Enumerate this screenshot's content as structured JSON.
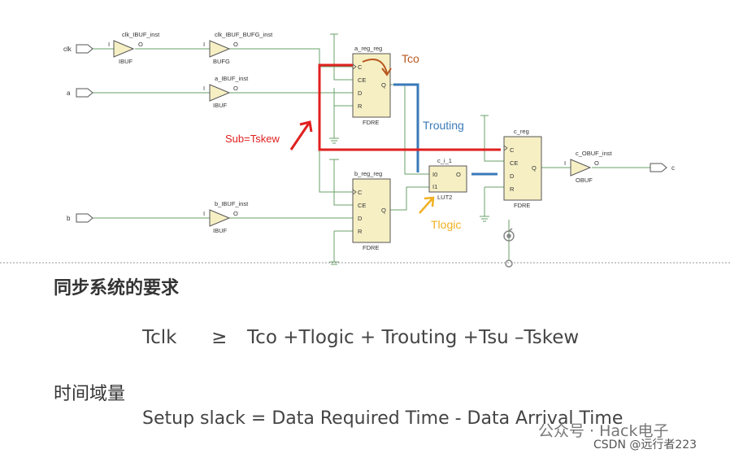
{
  "schematic": {
    "ports": {
      "clk": "clk",
      "a": "a",
      "b": "b",
      "c": "c"
    },
    "clk_ibuf": {
      "name": "clk_IBUF_inst",
      "type": "IBUF",
      "pin_i": "I",
      "pin_o": "O"
    },
    "clk_bufg": {
      "name": "clk_IBUF_BUFG_inst",
      "type": "BUFG",
      "pin_i": "I",
      "pin_o": "O"
    },
    "a_ibuf": {
      "name": "a_IBUF_inst",
      "type": "IBUF",
      "pin_i": "I",
      "pin_o": "O"
    },
    "b_ibuf": {
      "name": "b_IBUF_inst",
      "type": "IBUF",
      "pin_i": "I",
      "pin_o": "O"
    },
    "a_reg": {
      "name": "a_reg_reg",
      "type": "FDRE",
      "pins": [
        "C",
        "CE",
        "D",
        "R"
      ],
      "out": "Q"
    },
    "b_reg": {
      "name": "b_reg_reg",
      "type": "FDRE",
      "pins": [
        "C",
        "CE",
        "D",
        "R"
      ],
      "out": "Q"
    },
    "c_reg": {
      "name": "c_reg",
      "type": "FDRE",
      "pins": [
        "C",
        "CE",
        "D",
        "R"
      ],
      "out": "Q"
    },
    "lut": {
      "name": "c_i_1",
      "type": "LUT2",
      "in0": "I0",
      "in1": "I1",
      "out": "O"
    },
    "c_obuf": {
      "name": "c_OBUF_inst",
      "type": "OBUF",
      "pin_i": "I",
      "pin_o": "O"
    }
  },
  "annotations": {
    "tco": "Tco",
    "trouting": "Trouting",
    "tskew": "Sub=Tskew",
    "tlogic": "Tlogic",
    "colors": {
      "red": "#e02020",
      "blue": "#3a7ab8",
      "orange": "#b8561e",
      "yellow": "#f0b020",
      "green": "#6aa06a"
    }
  },
  "text": {
    "heading1": "同步系统的要求",
    "formula_lhs": "Tclk",
    "formula_op": "≥",
    "formula_rhs": "Tco +Tlogic + Trouting +Tsu –Tskew",
    "heading2": "时间域量",
    "setup": "Setup slack = Data Required Time - Data Arrival Time",
    "watermark1": "公众号 · Hack电子",
    "watermark2": "CSDN @远行者223"
  }
}
